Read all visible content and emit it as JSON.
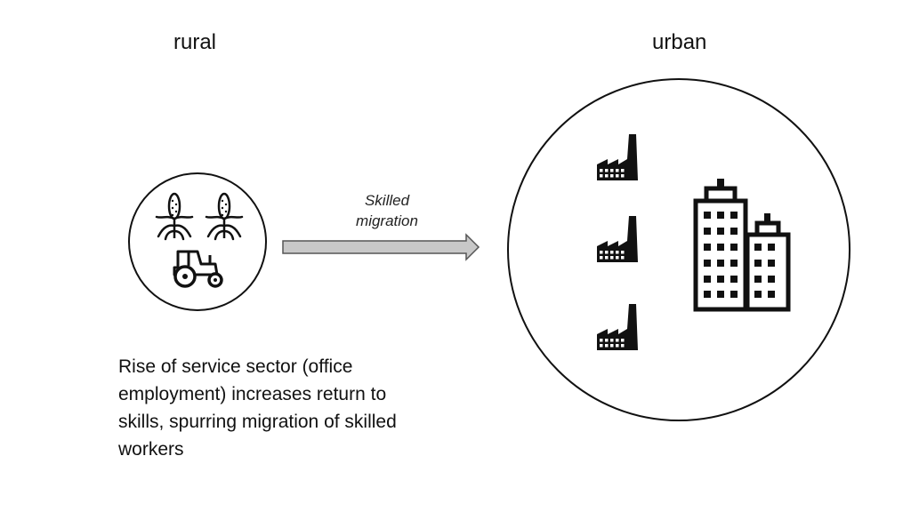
{
  "labels": {
    "rural": "rural",
    "urban": "urban"
  },
  "arrow": {
    "label_line1": "Skilled",
    "label_line2": "migration"
  },
  "caption": "Rise of service sector (office employment) increases return to skills, spurring migration of skilled workers",
  "icons": {
    "rural": [
      "corn-plant-icon",
      "corn-plant-icon",
      "tractor-icon"
    ],
    "urban": [
      "factory-icon",
      "factory-icon",
      "factory-icon",
      "office-buildings-icon"
    ]
  },
  "colors": {
    "ink": "#111111",
    "arrow_fill": "#c8c8c8"
  }
}
